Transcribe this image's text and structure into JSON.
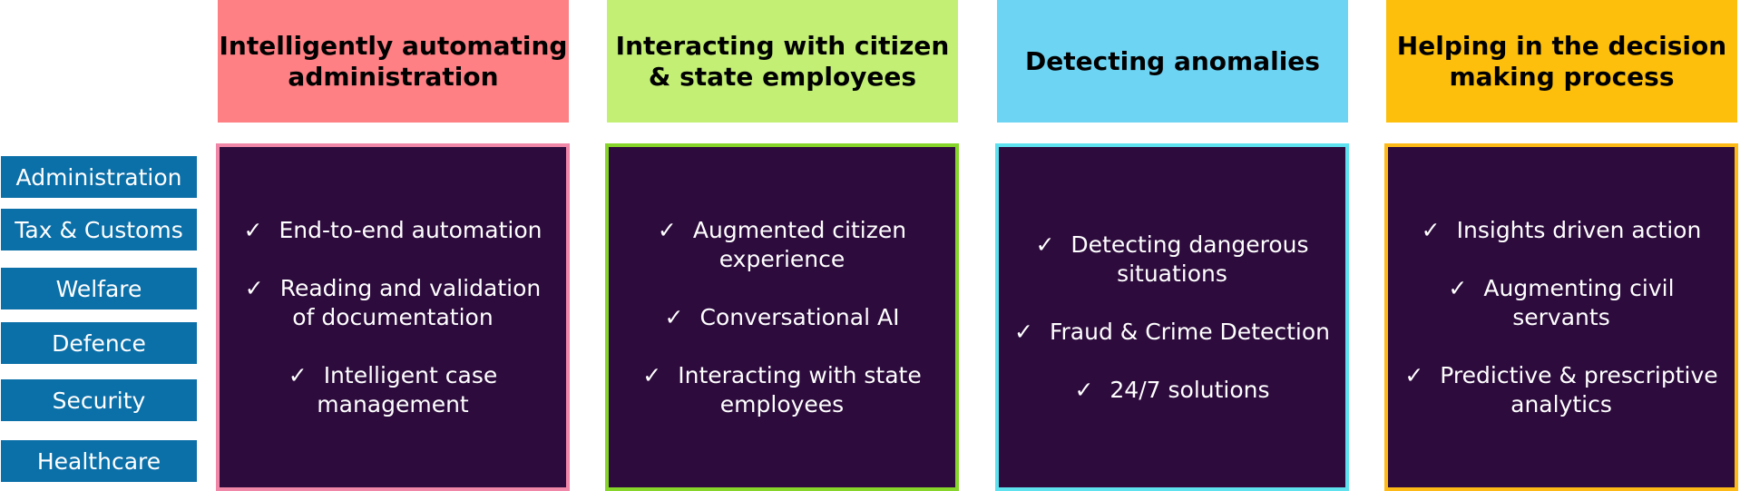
{
  "sectors": [
    "Administration",
    "Tax & Customs",
    "Welfare",
    "Defence",
    "Security",
    "Healthcare"
  ],
  "columns": [
    {
      "title": "Intelligently automating administration",
      "header_color": "#fe7f84",
      "border_color": "#f087a8",
      "items": [
        "End-to-end automation",
        "Reading and validation of documentation",
        "Intelligent case management"
      ]
    },
    {
      "title": "Interacting with citizen & state employees",
      "header_color": "#c2ef74",
      "border_color": "#86d52a",
      "items": [
        "Augmented citizen experience",
        "Conversational AI",
        "Interacting with state employees"
      ]
    },
    {
      "title": "Detecting anomalies",
      "header_color": "#6dd4f3",
      "border_color": "#5fe2ef",
      "items": [
        "Detecting dangerous situations",
        "Fraud & Crime Detection",
        "24/7 solutions"
      ]
    },
    {
      "title": "Helping in the decision making process",
      "header_color": "#fdbf0c",
      "border_color": "#fdb915",
      "items": [
        "Insights driven action",
        "Augmenting civil servants",
        "Predictive & prescriptive analytics"
      ]
    }
  ],
  "check_glyph": "✓"
}
